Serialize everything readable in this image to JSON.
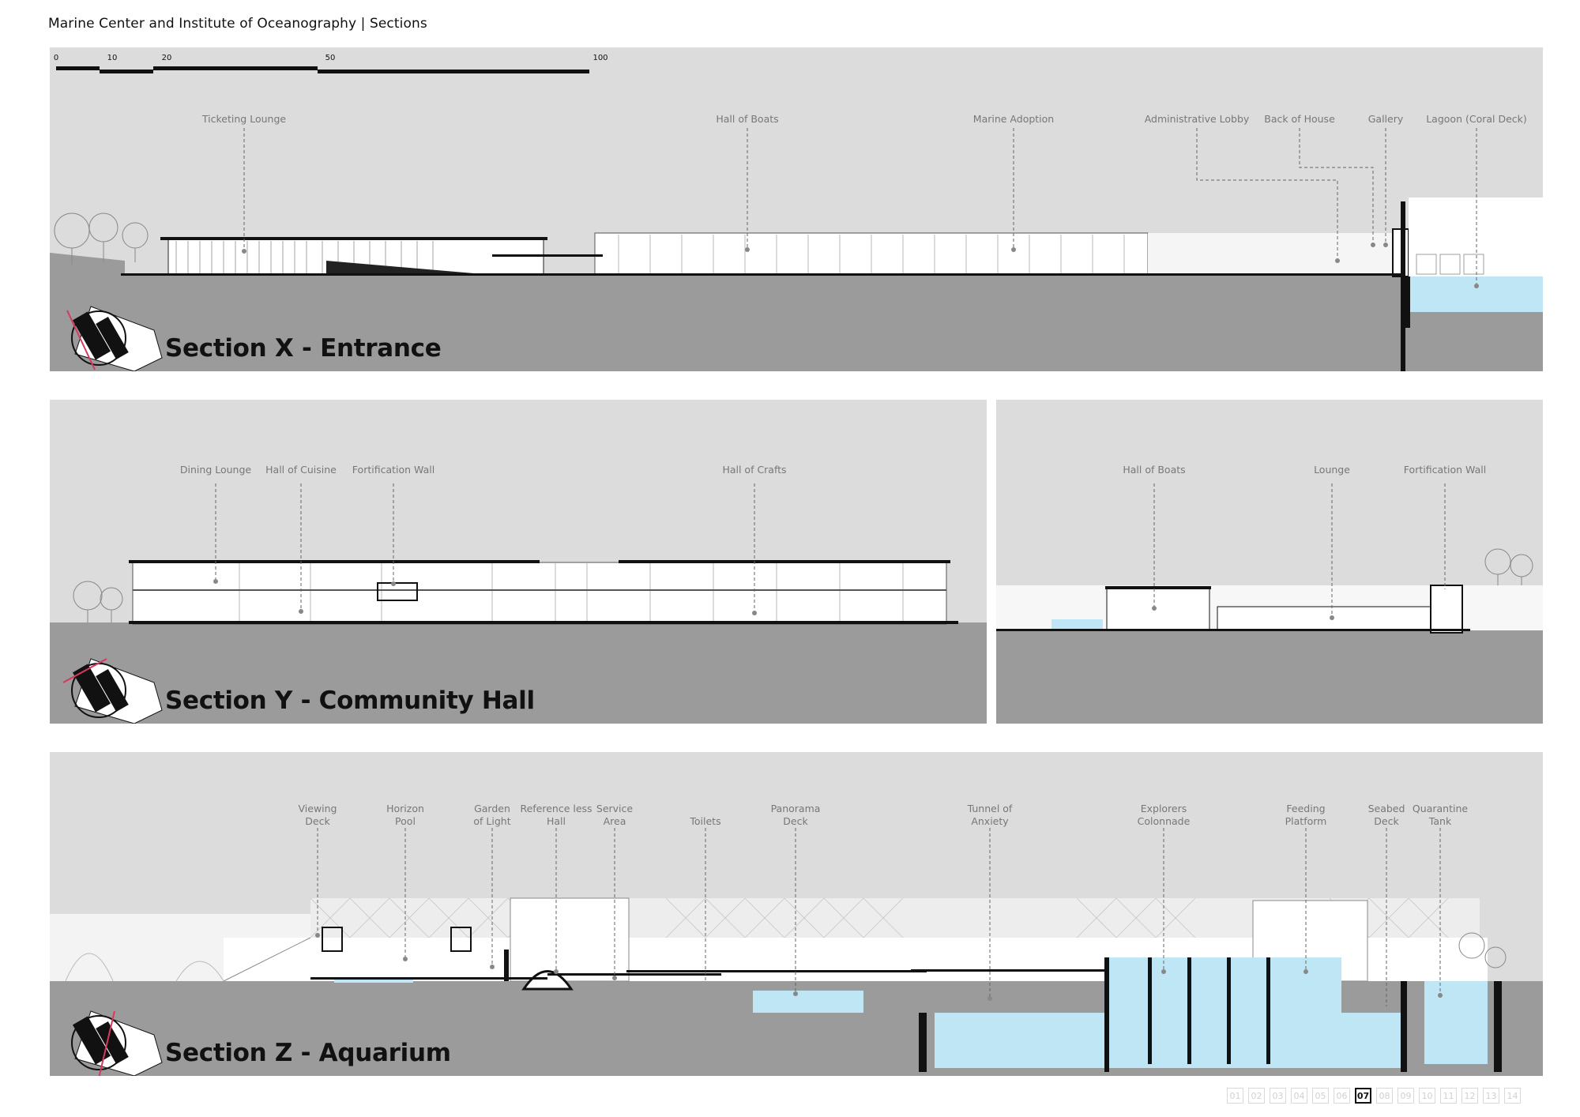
{
  "header": {
    "title": "Marine Center and Institute of Oceanography  |  Sections"
  },
  "scale_bar": {
    "ticks": [
      "0",
      "10",
      "20",
      "50",
      "100"
    ]
  },
  "sections": [
    {
      "title": "Section X - Entrance",
      "annotations": [
        {
          "label": "Ticketing Lounge"
        },
        {
          "label": "Hall of Boats"
        },
        {
          "label": "Marine Adoption"
        },
        {
          "label": "Administrative Lobby"
        },
        {
          "label": "Back of House"
        },
        {
          "label": "Gallery"
        },
        {
          "label": "Lagoon (Coral Deck)"
        }
      ]
    },
    {
      "title": "Section Y - Community Hall",
      "annotations": [
        {
          "label": "Dining Lounge"
        },
        {
          "label": "Hall of Cuisine"
        },
        {
          "label": "Fortification Wall"
        },
        {
          "label": "Hall of Crafts"
        },
        {
          "label": "Hall of Boats"
        },
        {
          "label": "Lounge"
        },
        {
          "label": "Fortification Wall"
        }
      ]
    },
    {
      "title": "Section Z - Aquarium",
      "annotations": [
        {
          "label": "Viewing\nDeck"
        },
        {
          "label": "Horizon\nPool"
        },
        {
          "label": "Garden\nof Light"
        },
        {
          "label": "Reference less\nHall"
        },
        {
          "label": "Service\nArea"
        },
        {
          "label": "Toilets"
        },
        {
          "label": "Panorama\nDeck"
        },
        {
          "label": "Tunnel of\nAnxiety"
        },
        {
          "label": "Explorers\nColonnade"
        },
        {
          "label": "Feeding\nPlatform"
        },
        {
          "label": "Seabed\nDeck"
        },
        {
          "label": "Quarantine\nTank"
        }
      ]
    }
  ],
  "pager": {
    "pages": [
      "01",
      "02",
      "03",
      "04",
      "05",
      "06",
      "07",
      "08",
      "09",
      "10",
      "11",
      "12",
      "13",
      "14"
    ],
    "active": "07"
  },
  "colors": {
    "sky": "#dcdcdc",
    "ground": "#9b9b9b",
    "water": "#bfe6f5",
    "ink": "#111111"
  }
}
